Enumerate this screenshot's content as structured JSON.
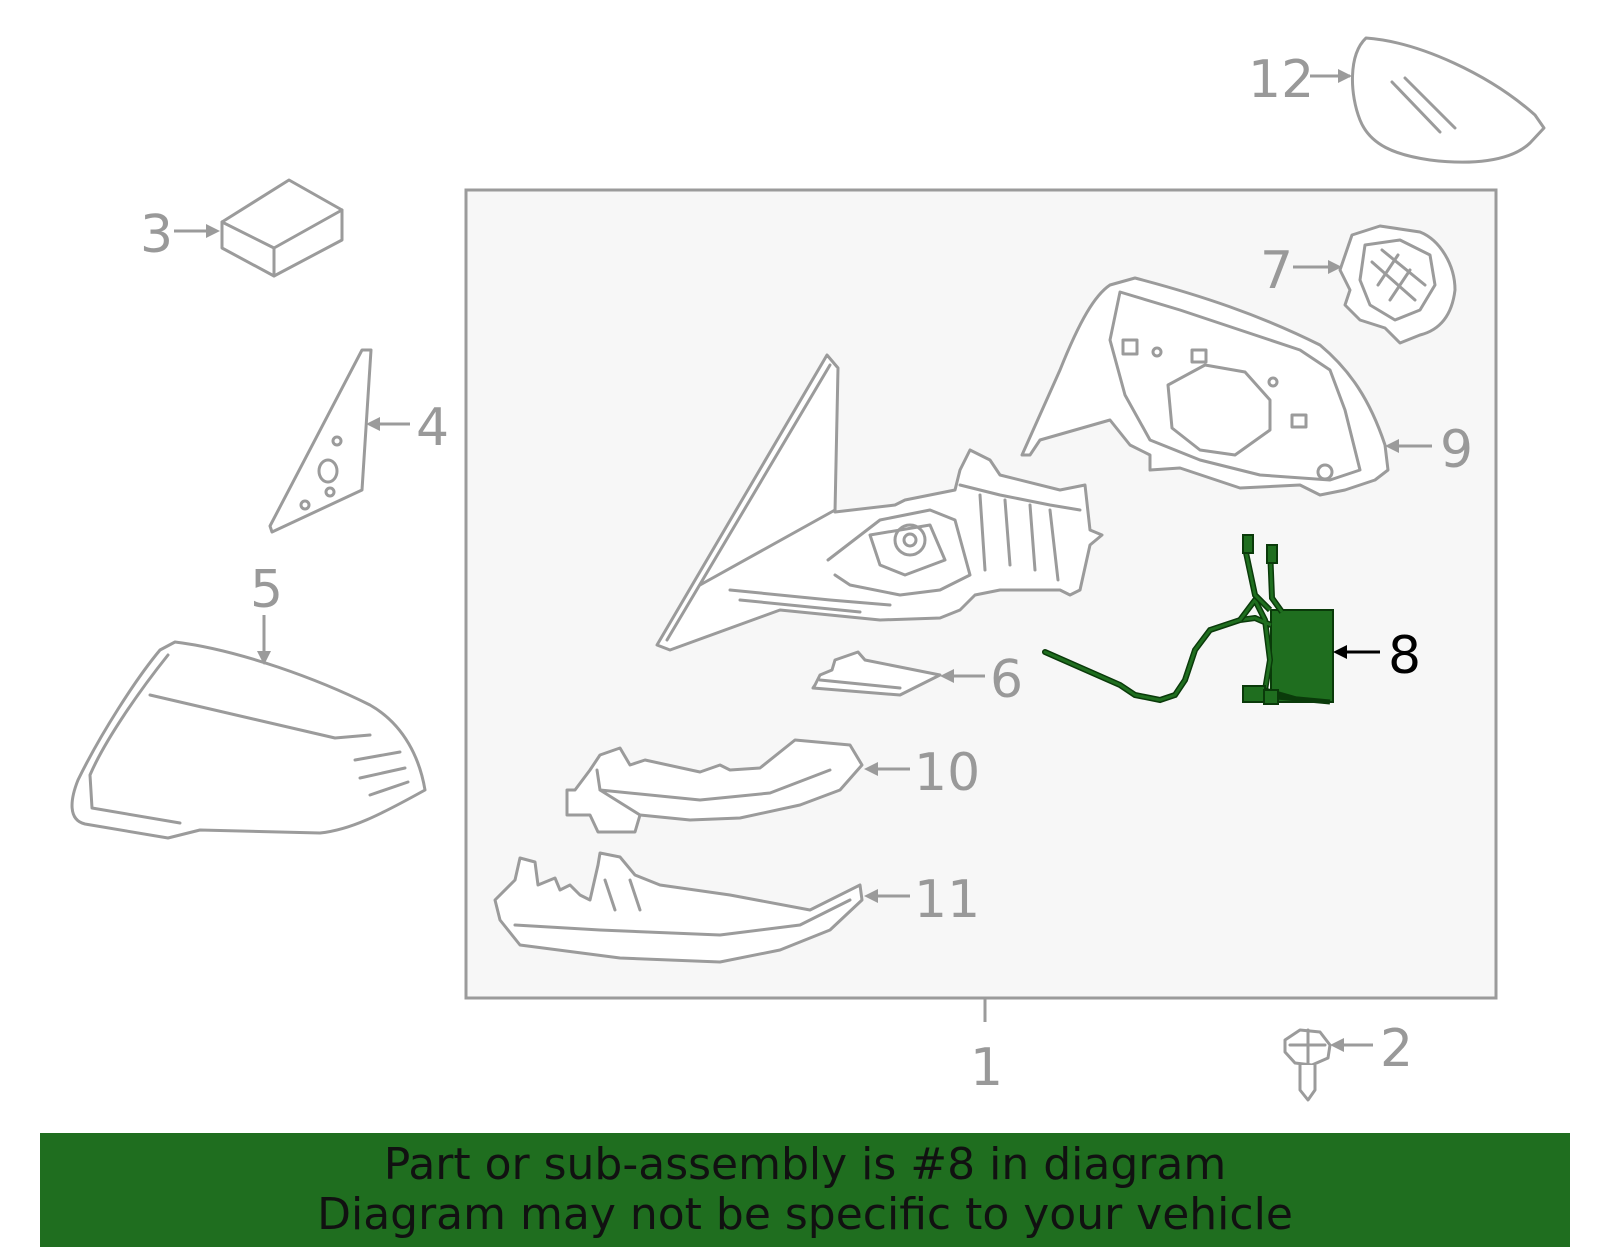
{
  "diagram": {
    "callouts": {
      "c1": "1",
      "c2": "2",
      "c3": "3",
      "c4": "4",
      "c5": "5",
      "c6": "6",
      "c7": "7",
      "c8": "8",
      "c9": "9",
      "c10": "10",
      "c11": "11",
      "c12": "12"
    },
    "highlight_part": "8",
    "colors": {
      "line": "#9b9b9b",
      "panel": "#f7f7f7",
      "highlight": "#1f6e1f",
      "highlight_text": "#000000"
    }
  },
  "banner": {
    "line1": "Part or sub-assembly is #8 in diagram",
    "line2": "Diagram may not be specific to your vehicle"
  }
}
